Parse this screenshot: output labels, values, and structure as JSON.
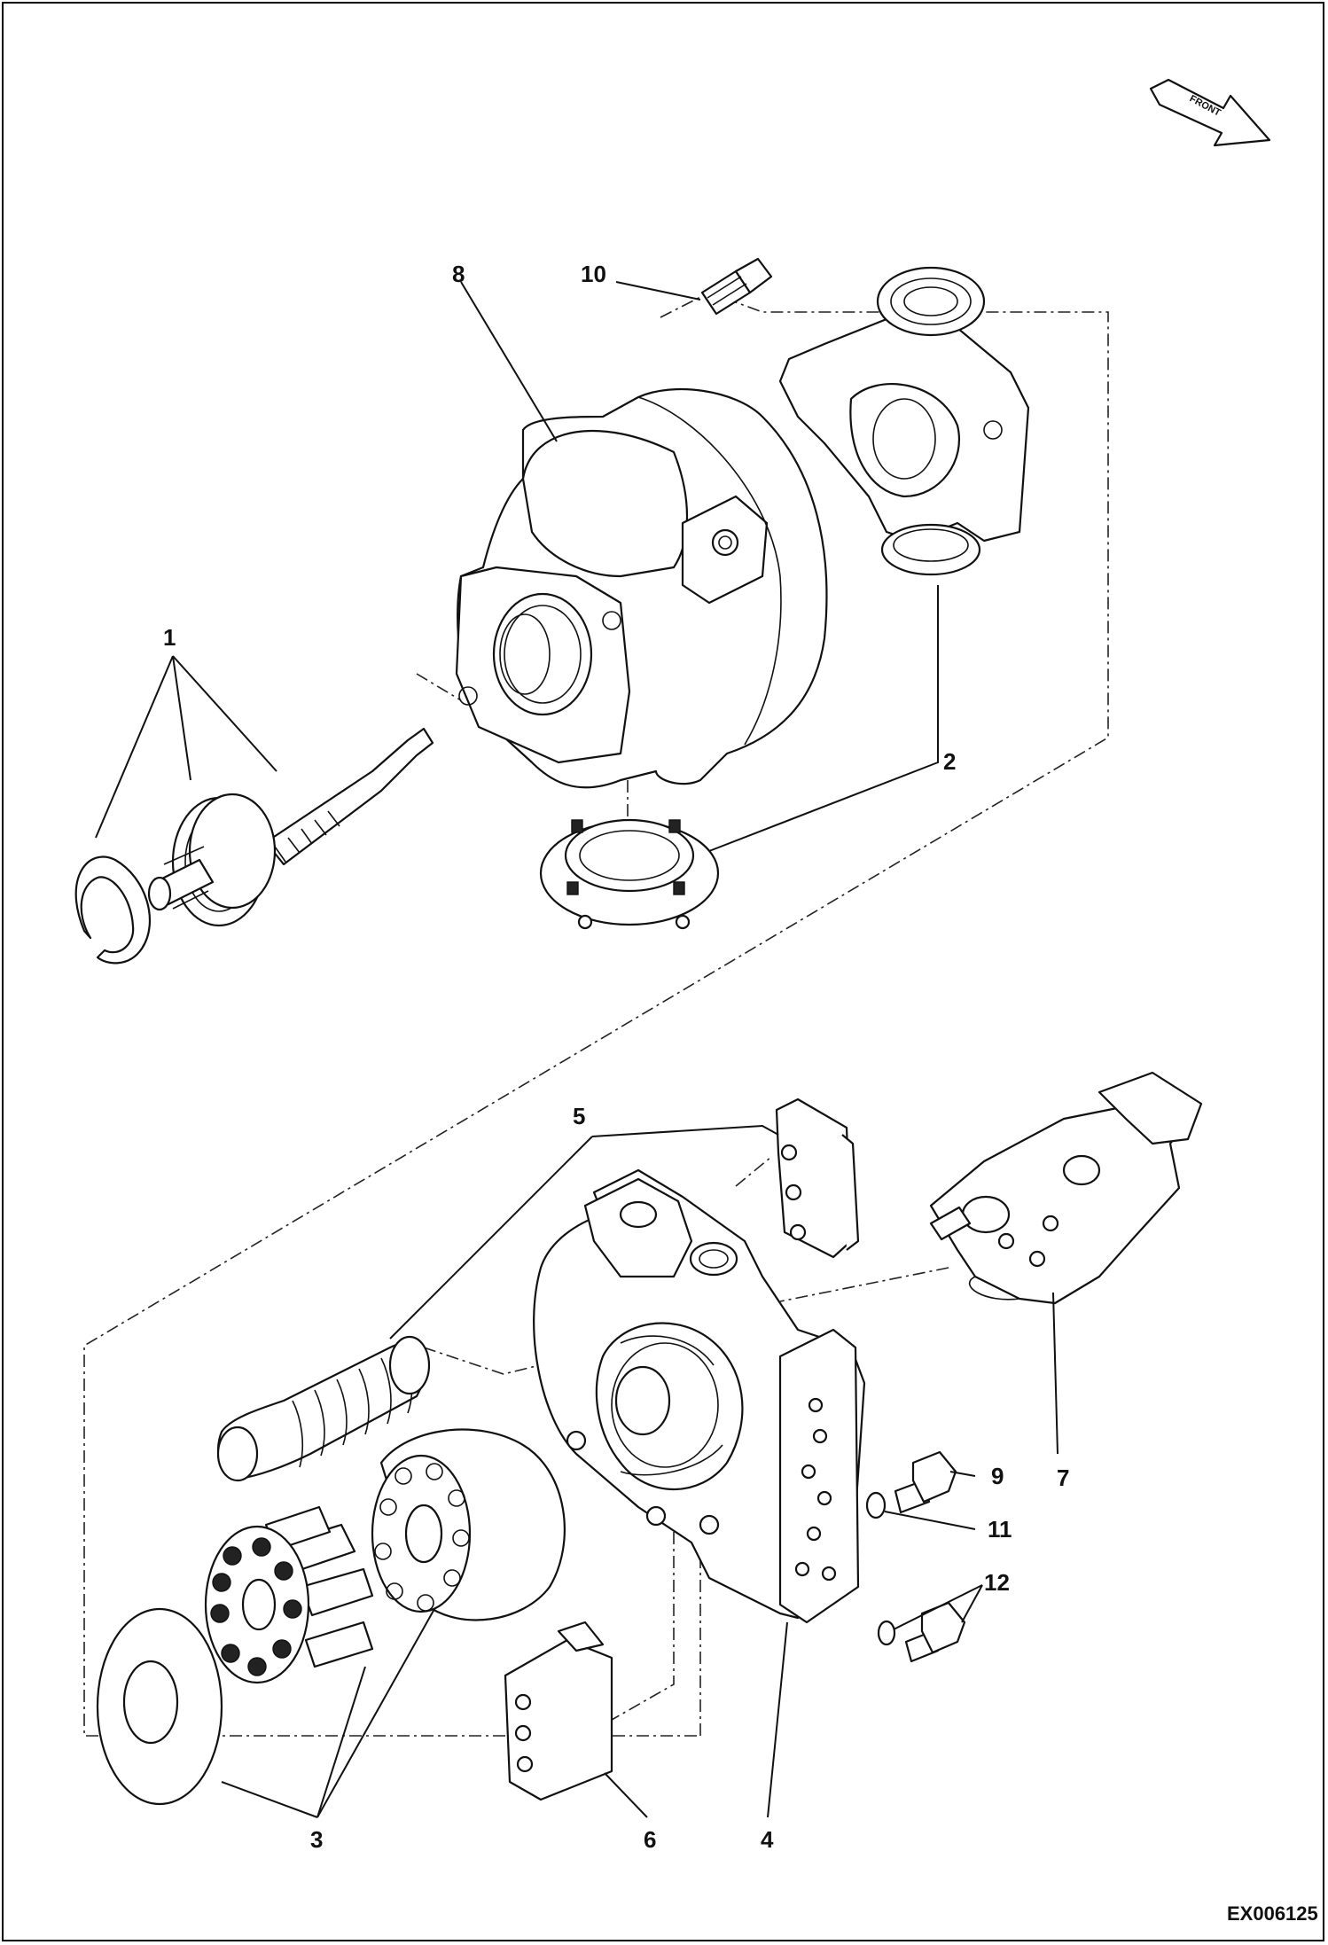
{
  "figure_code": "EX006125",
  "orientation_arrow": "FRONT",
  "callouts": [
    {
      "id": "c1",
      "text": "1"
    },
    {
      "id": "c2",
      "text": "2"
    },
    {
      "id": "c3",
      "text": "3"
    },
    {
      "id": "c4",
      "text": "4"
    },
    {
      "id": "c5",
      "text": "5"
    },
    {
      "id": "c6",
      "text": "6"
    },
    {
      "id": "c7",
      "text": "7"
    },
    {
      "id": "c8",
      "text": "8"
    },
    {
      "id": "c9",
      "text": "9"
    },
    {
      "id": "c10",
      "text": "10"
    },
    {
      "id": "c11",
      "text": "11"
    },
    {
      "id": "c12",
      "text": "12"
    }
  ]
}
